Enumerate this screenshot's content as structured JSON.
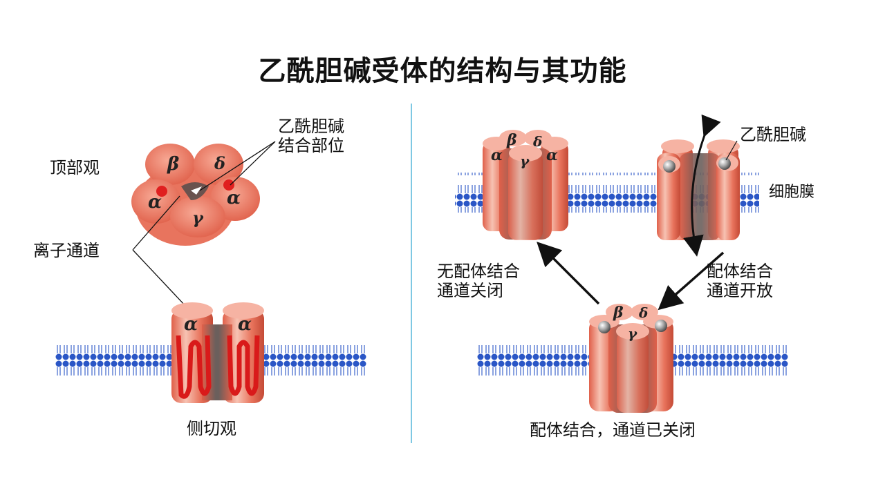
{
  "title": "乙酰胆碱受体的结构与其功能",
  "left": {
    "top_view_label": "顶部观",
    "ach_site_line1": "乙酰胆碱",
    "ach_site_line2": "结合部位",
    "ion_channel_label": "离子通道",
    "side_view_label": "侧切观",
    "top_subunits": [
      "β",
      "δ",
      "α",
      "α",
      "γ"
    ],
    "side_subunits": [
      "α",
      "α"
    ]
  },
  "right": {
    "ach_label": "乙酰胆碱",
    "membrane_label": "细胞膜",
    "no_ligand_line1": "无配体结合",
    "no_ligand_line2": "通道关闭",
    "ligand_line1": "配体结合",
    "ligand_line2": "通道开放",
    "bottom_caption": "配体结合，通道已关闭",
    "closed_subunits": [
      "β",
      "δ",
      "α",
      "γ",
      "α"
    ],
    "bound_subunits": [
      "β",
      "δ",
      "γ"
    ]
  },
  "colors": {
    "subunit_light": "#f4a18e",
    "subunit_dark": "#e0604a",
    "membrane_blue": "#2a56c6",
    "divider": "#7ec8e3",
    "binding_site_red": "#e01f1f"
  }
}
